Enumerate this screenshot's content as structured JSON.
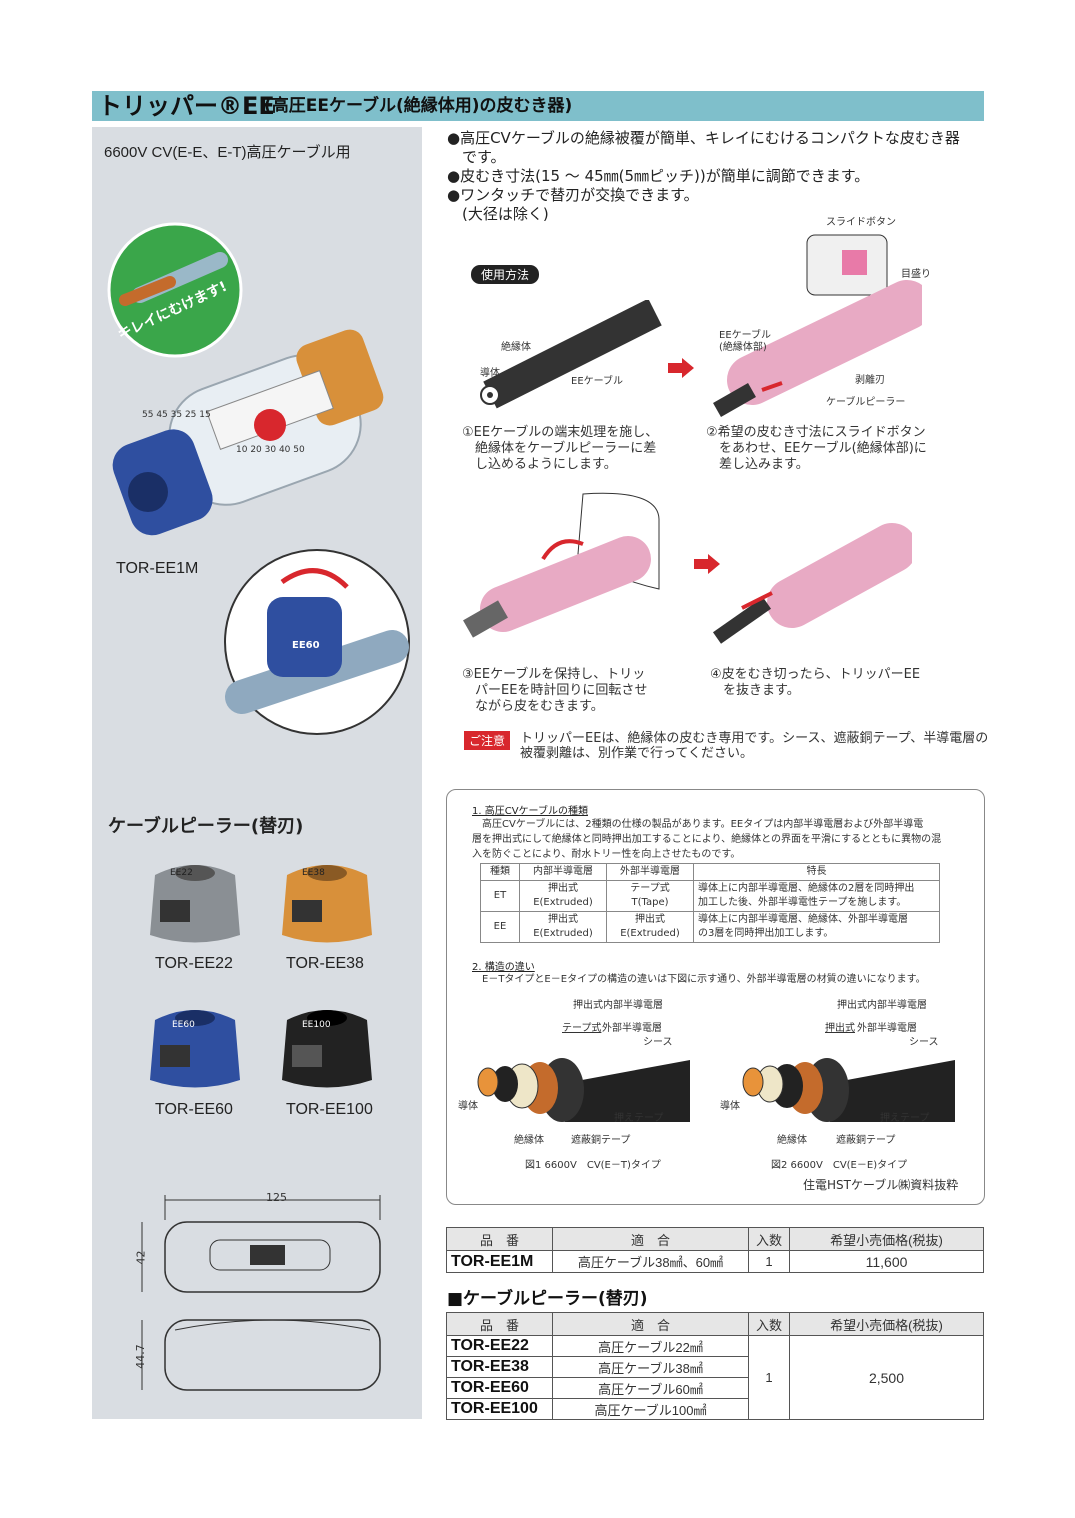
{
  "header": {
    "title_main": "トリッパー®EE",
    "title_sub": "(高圧EEケーブル(絶縁体用)の皮むき器)"
  },
  "left": {
    "usage_label": "6600V CV(E-E、E-T)高圧ケーブル用",
    "badge_text": "キレイにむけます!",
    "main_product": "TOR-EE1M",
    "ring_label": "EE60",
    "peeler_heading": "ケーブルピーラー(替刃)",
    "peelers": [
      {
        "code": "TOR-EE22",
        "mark": "EE22",
        "color": "#8a8f94"
      },
      {
        "code": "TOR-EE38",
        "mark": "EE38",
        "color": "#d8903a"
      },
      {
        "code": "TOR-EE60",
        "mark": "EE60",
        "color": "#2f4fa0"
      },
      {
        "code": "TOR-EE100",
        "mark": "EE100",
        "color": "#222222"
      }
    ],
    "dims": {
      "length": "125",
      "width": "42",
      "height": "44.7"
    }
  },
  "features": [
    "●高圧CVケーブルの絶縁被覆が簡単、キレイにむけるコンパクトな皮むき器",
    "　です。",
    "●皮むき寸法(15 ～ 45㎜(5㎜ピッチ))が簡単に調節できます。",
    "●ワンタッチで替刃が交換できます。",
    "　(大径は除く)"
  ],
  "usage": {
    "pill": "使用方法",
    "fig1_labels": {
      "insulator": "絶縁体",
      "conductor": "導体",
      "cable": "EEケーブル"
    },
    "fig2_labels": {
      "slide": "スライドボタン",
      "scale": "目盛り",
      "ee_cable": "EEケーブル",
      "ee_cable2": "(絶縁体部)",
      "blade": "剥離刃",
      "peeler": "ケーブルピーラー"
    },
    "scale_top": "55 45 35 25 15",
    "scale_bottom": "10 20 30 40 50",
    "steps": [
      {
        "l1": "①EEケーブルの端末処理を施し、",
        "l2": "　絶縁体をケーブルピーラーに差",
        "l3": "　し込めるようにします。"
      },
      {
        "l1": "②希望の皮むき寸法にスライドボタン",
        "l2": "　をあわせ、EEケーブル(絶縁体部)に",
        "l3": "　差し込みます。"
      },
      {
        "l1": "③EEケーブルを保持し、トリッ",
        "l2": "　パーEEを時計回りに回転させ",
        "l3": "　ながら皮をむきます。"
      },
      {
        "l1": "④皮をむき切ったら、トリッパーEE",
        "l2": "　を抜きます。",
        "l3": ""
      }
    ],
    "caution_label": "ご注意",
    "caution_l1": "トリッパーEEは、絶縁体の皮むき専用です。シース、遮蔽銅テープ、半導電層の",
    "caution_l2": "被覆剥離は、別作業で行ってください。"
  },
  "info": {
    "h1": "1. 高圧CVケーブルの種類",
    "p1": [
      "　高圧CVケーブルには、2種類の仕様の製品があります。EEタイプは内部半導電層および外部半導電",
      "層を押出式にして絶縁体と同時押出加工することにより、絶縁体との界面を平滑にするとともに異物の混",
      "入を防ぐことにより、耐水トリー性を向上させたものです。"
    ],
    "table_head": [
      "種類",
      "内部半導電層",
      "外部半導電層",
      "特長"
    ],
    "rows": [
      {
        "type": "ET",
        "inner1": "押出式",
        "inner2": "E(Extruded)",
        "outer1": "テープ式",
        "outer2": "T(Tape)",
        "feat1": "導体上に内部半導電層、絶縁体の2層を同時押出",
        "feat2": "加工した後、外部半導電性テープを施します。"
      },
      {
        "type": "EE",
        "inner1": "押出式",
        "inner2": "E(Extruded)",
        "outer1": "押出式",
        "outer2": "E(Extruded)",
        "feat1": "導体上に内部半導電層、絶縁体、外部半導電層",
        "feat2": "の3層を同時押出加工します。"
      }
    ],
    "h2": "2. 構造の違い",
    "p2": "　E－TタイプとE－Eタイプの構造の違いは下図に示す通り、外部半導電層の材質の違いになります。",
    "fig1": {
      "inner": "押出式内部半導電層",
      "outer_u": "テープ式",
      "outer": "外部半導電層",
      "sheath": "シース",
      "conductor": "導体",
      "press": "押えテープ",
      "insul": "絶縁体",
      "copper": "遮蔽銅テープ",
      "caption": "図1 6600V　CV(E－T)タイプ"
    },
    "fig2": {
      "inner": "押出式内部半導電層",
      "outer_u": "押出式",
      "outer": "外部半導電層",
      "sheath": "シース",
      "conductor": "導体",
      "press": "押えテープ",
      "insul": "絶縁体",
      "copper": "遮蔽銅テープ",
      "caption": "図2 6600V　CV(E－E)タイプ"
    },
    "source": "住電HSTケーブル㈱資料抜粋"
  },
  "table1": {
    "head": [
      "品　番",
      "適　合",
      "入数",
      "希望小売価格(税抜)"
    ],
    "row": {
      "code": "TOR-EE1M",
      "fit": "高圧ケーブル38㎟、60㎟",
      "qty": "1",
      "price": "11,600"
    }
  },
  "section2_title": "■ケーブルピーラー(替刃)",
  "table2": {
    "head": [
      "品　番",
      "適　合",
      "入数",
      "希望小売価格(税抜)"
    ],
    "rows": [
      {
        "code": "TOR-EE22",
        "fit": "高圧ケーブル22㎟"
      },
      {
        "code": "TOR-EE38",
        "fit": "高圧ケーブル38㎟"
      },
      {
        "code": "TOR-EE60",
        "fit": "高圧ケーブル60㎟"
      },
      {
        "code": "TOR-EE100",
        "fit": "高圧ケーブル100㎟"
      }
    ],
    "qty": "1",
    "price": "2,500"
  }
}
